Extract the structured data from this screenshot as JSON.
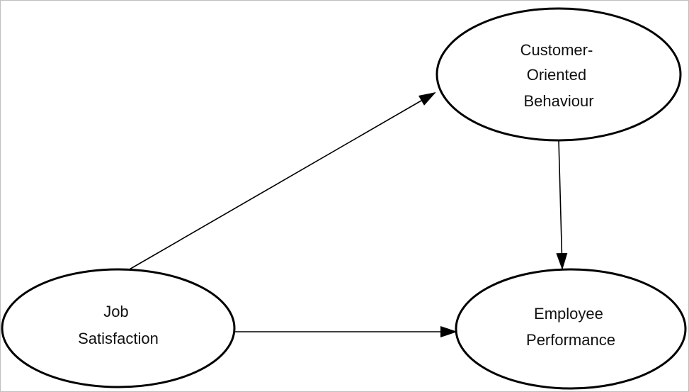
{
  "diagram": {
    "nodes": [
      {
        "id": "cob",
        "lines": [
          "Customer-",
          "Oriented",
          "Behaviour"
        ]
      },
      {
        "id": "js",
        "lines": [
          "Job",
          "Satisfaction"
        ]
      },
      {
        "id": "ep",
        "lines": [
          "Employee",
          "Performance"
        ]
      }
    ],
    "edges": [
      {
        "from": "js",
        "to": "cob"
      },
      {
        "from": "cob",
        "to": "ep"
      },
      {
        "from": "js",
        "to": "ep"
      }
    ],
    "colors": {
      "stroke": "#000000",
      "background": "#ffffff",
      "text": "#111111"
    }
  }
}
